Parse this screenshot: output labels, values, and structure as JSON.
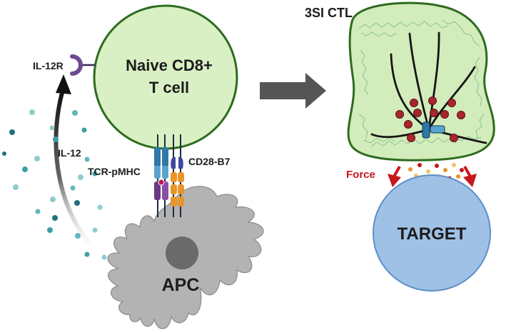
{
  "labels": {
    "il12r": "IL-12R",
    "il12": "IL-12",
    "naive_line1": "Naive CD8+",
    "naive_line2": "T cell",
    "tcr_pmhc": "TCR-pMHC",
    "cd28_b7": "CD28-B7",
    "apc": "APC",
    "ctl_title": "3SI CTL",
    "force": "Force",
    "target": "TARGET"
  },
  "colors": {
    "naive_cell_fill": "#d9f0c4",
    "cell_outline": "#2e6b1f",
    "ctl_fill": "#d2ecbb",
    "apc_fill": "#b3b3b4",
    "apc_nucleus": "#6a6a6b",
    "target_fill": "#9fc1e6",
    "target_outline": "#5b8fc8",
    "force_red": "#c8161d",
    "arrow_gray": "#4d4d4d",
    "tcr_blue": "#2f78a8",
    "mhc_purple": "#6b3a87",
    "cd28_orange": "#e8952a",
    "il12_teal": "#3d9fa6",
    "il12r_purple": "#6e4a92",
    "microtubule_bead": "#a8262d"
  }
}
